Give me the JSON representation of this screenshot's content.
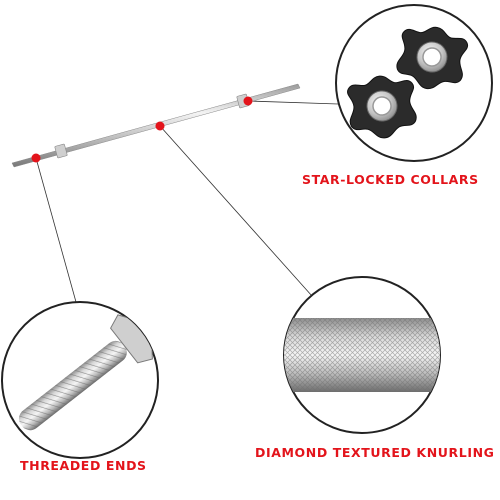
{
  "labels": {
    "collars": "STAR-LOCKED COLLARS",
    "knurling": "DIAMOND TEXTURED KNURLING",
    "threaded": "THREADED ENDS"
  },
  "colors": {
    "accent": "#e3141b",
    "callout_border": "#222222",
    "leader_line": "#333333",
    "chrome_light": "#f2f2f2",
    "chrome_mid": "#bdbdbd",
    "chrome_dark": "#7a7a7a"
  },
  "icons": {
    "marker": "red-dot",
    "collar": "star-collar"
  }
}
